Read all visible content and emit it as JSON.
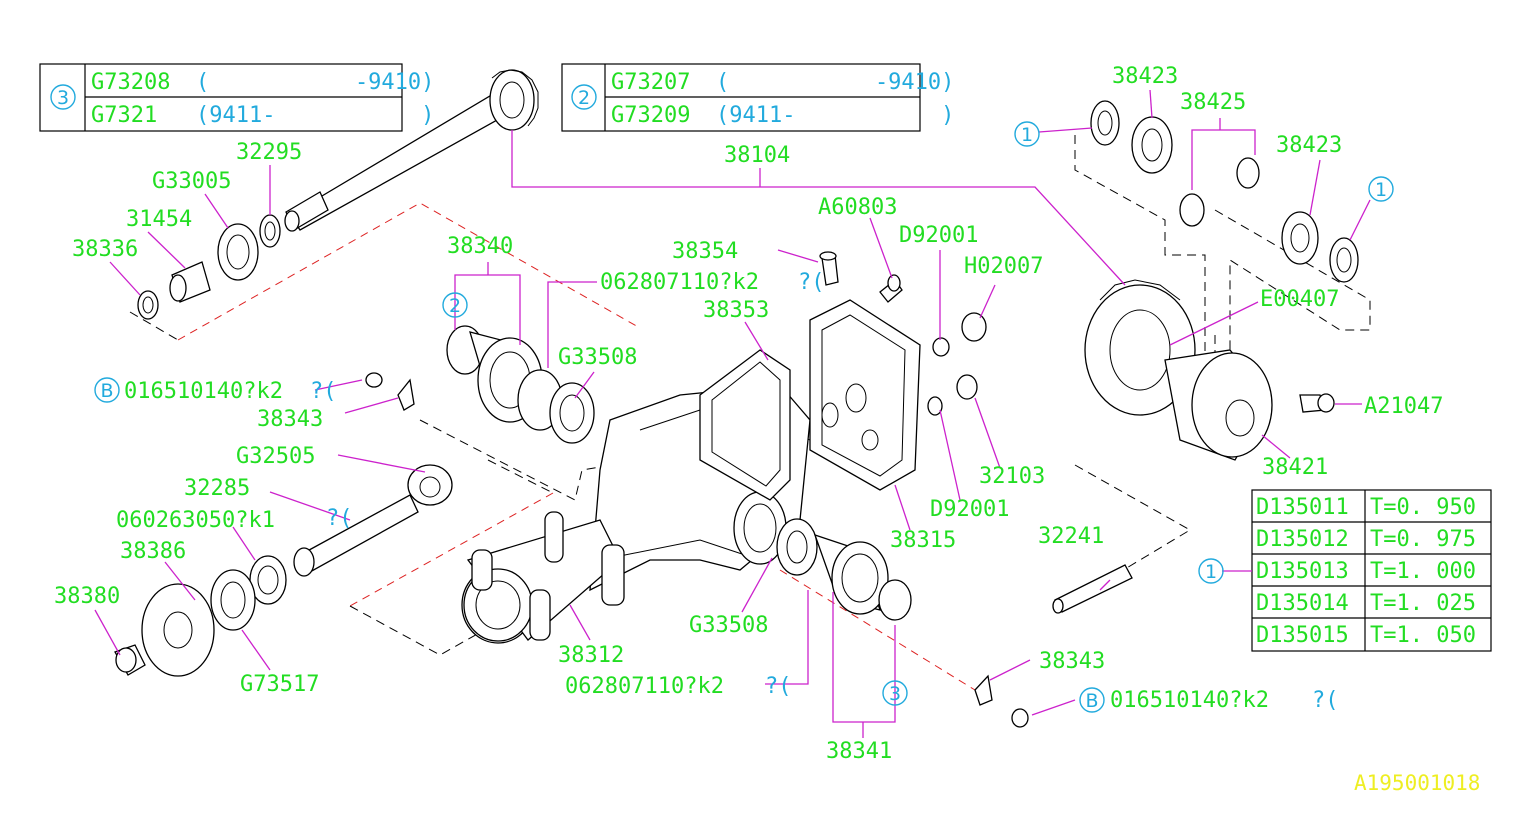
{
  "table_3": {
    "marker": "3",
    "rows": [
      {
        "part": "G73208",
        "range": "(           -9410)"
      },
      {
        "part": "G7321",
        "range": "(9411-           )"
      }
    ]
  },
  "table_2": {
    "marker": "2",
    "rows": [
      {
        "part": "G73207",
        "range": "(           -9410)"
      },
      {
        "part": "G73209",
        "range": "(9411-           )"
      }
    ]
  },
  "table_1": {
    "marker": "1",
    "rows": [
      {
        "part": "D135011",
        "thickness": "T=0. 950"
      },
      {
        "part": "D135012",
        "thickness": "T=0. 975"
      },
      {
        "part": "D135013",
        "thickness": "T=1. 000"
      },
      {
        "part": "D135014",
        "thickness": "T=1. 025"
      },
      {
        "part": "D135015",
        "thickness": "T=1. 050"
      }
    ]
  },
  "labels": {
    "l38104": "38104",
    "l32295": "32295",
    "l33005": "G33005",
    "l31454": "31454",
    "l38336": "38336",
    "l38340": "38340",
    "l38354": "38354",
    "l062807110a": "062807110?k2",
    "l062807110a_qty": "?(",
    "l38353": "38353",
    "l33508a": "G33508",
    "l016510140a": "016510140?k2",
    "l016510140a_qty": "?(",
    "l38343a": "38343",
    "l32505": "G32505",
    "l32285": "32285",
    "l32285_qty": "?(",
    "l060263050": "060263050?k1",
    "l38386": "38386",
    "l38380": "38380",
    "l73517": "G73517",
    "l38312": "38312",
    "l062807110b": "062807110?k2",
    "l062807110b_qty": "?(",
    "l33508b": "G33508",
    "l38341": "38341",
    "l38343b": "38343",
    "l016510140b": "016510140?k2",
    "l016510140b_qty": "?(",
    "l38315": "38315",
    "l92001a": "D92001",
    "l92001b": "D92001",
    "l32103": "32103",
    "l02007": "H02007",
    "l60803": "A60803",
    "l38423a": "38423",
    "l38425": "38425",
    "l38423b": "38423",
    "l00407": "E00407",
    "l21047": "A21047",
    "l38421": "38421",
    "l32241": "32241",
    "l38330_markers": "B"
  },
  "markers": {
    "one": "1",
    "two": "2",
    "three": "3",
    "b": "B"
  },
  "diagram_code": "A195001018",
  "colors": {
    "label": "#22dd22",
    "marker": "#22aadd",
    "leader": "#cc22cc",
    "code": "#eeee22",
    "redline": "#dd2222"
  }
}
